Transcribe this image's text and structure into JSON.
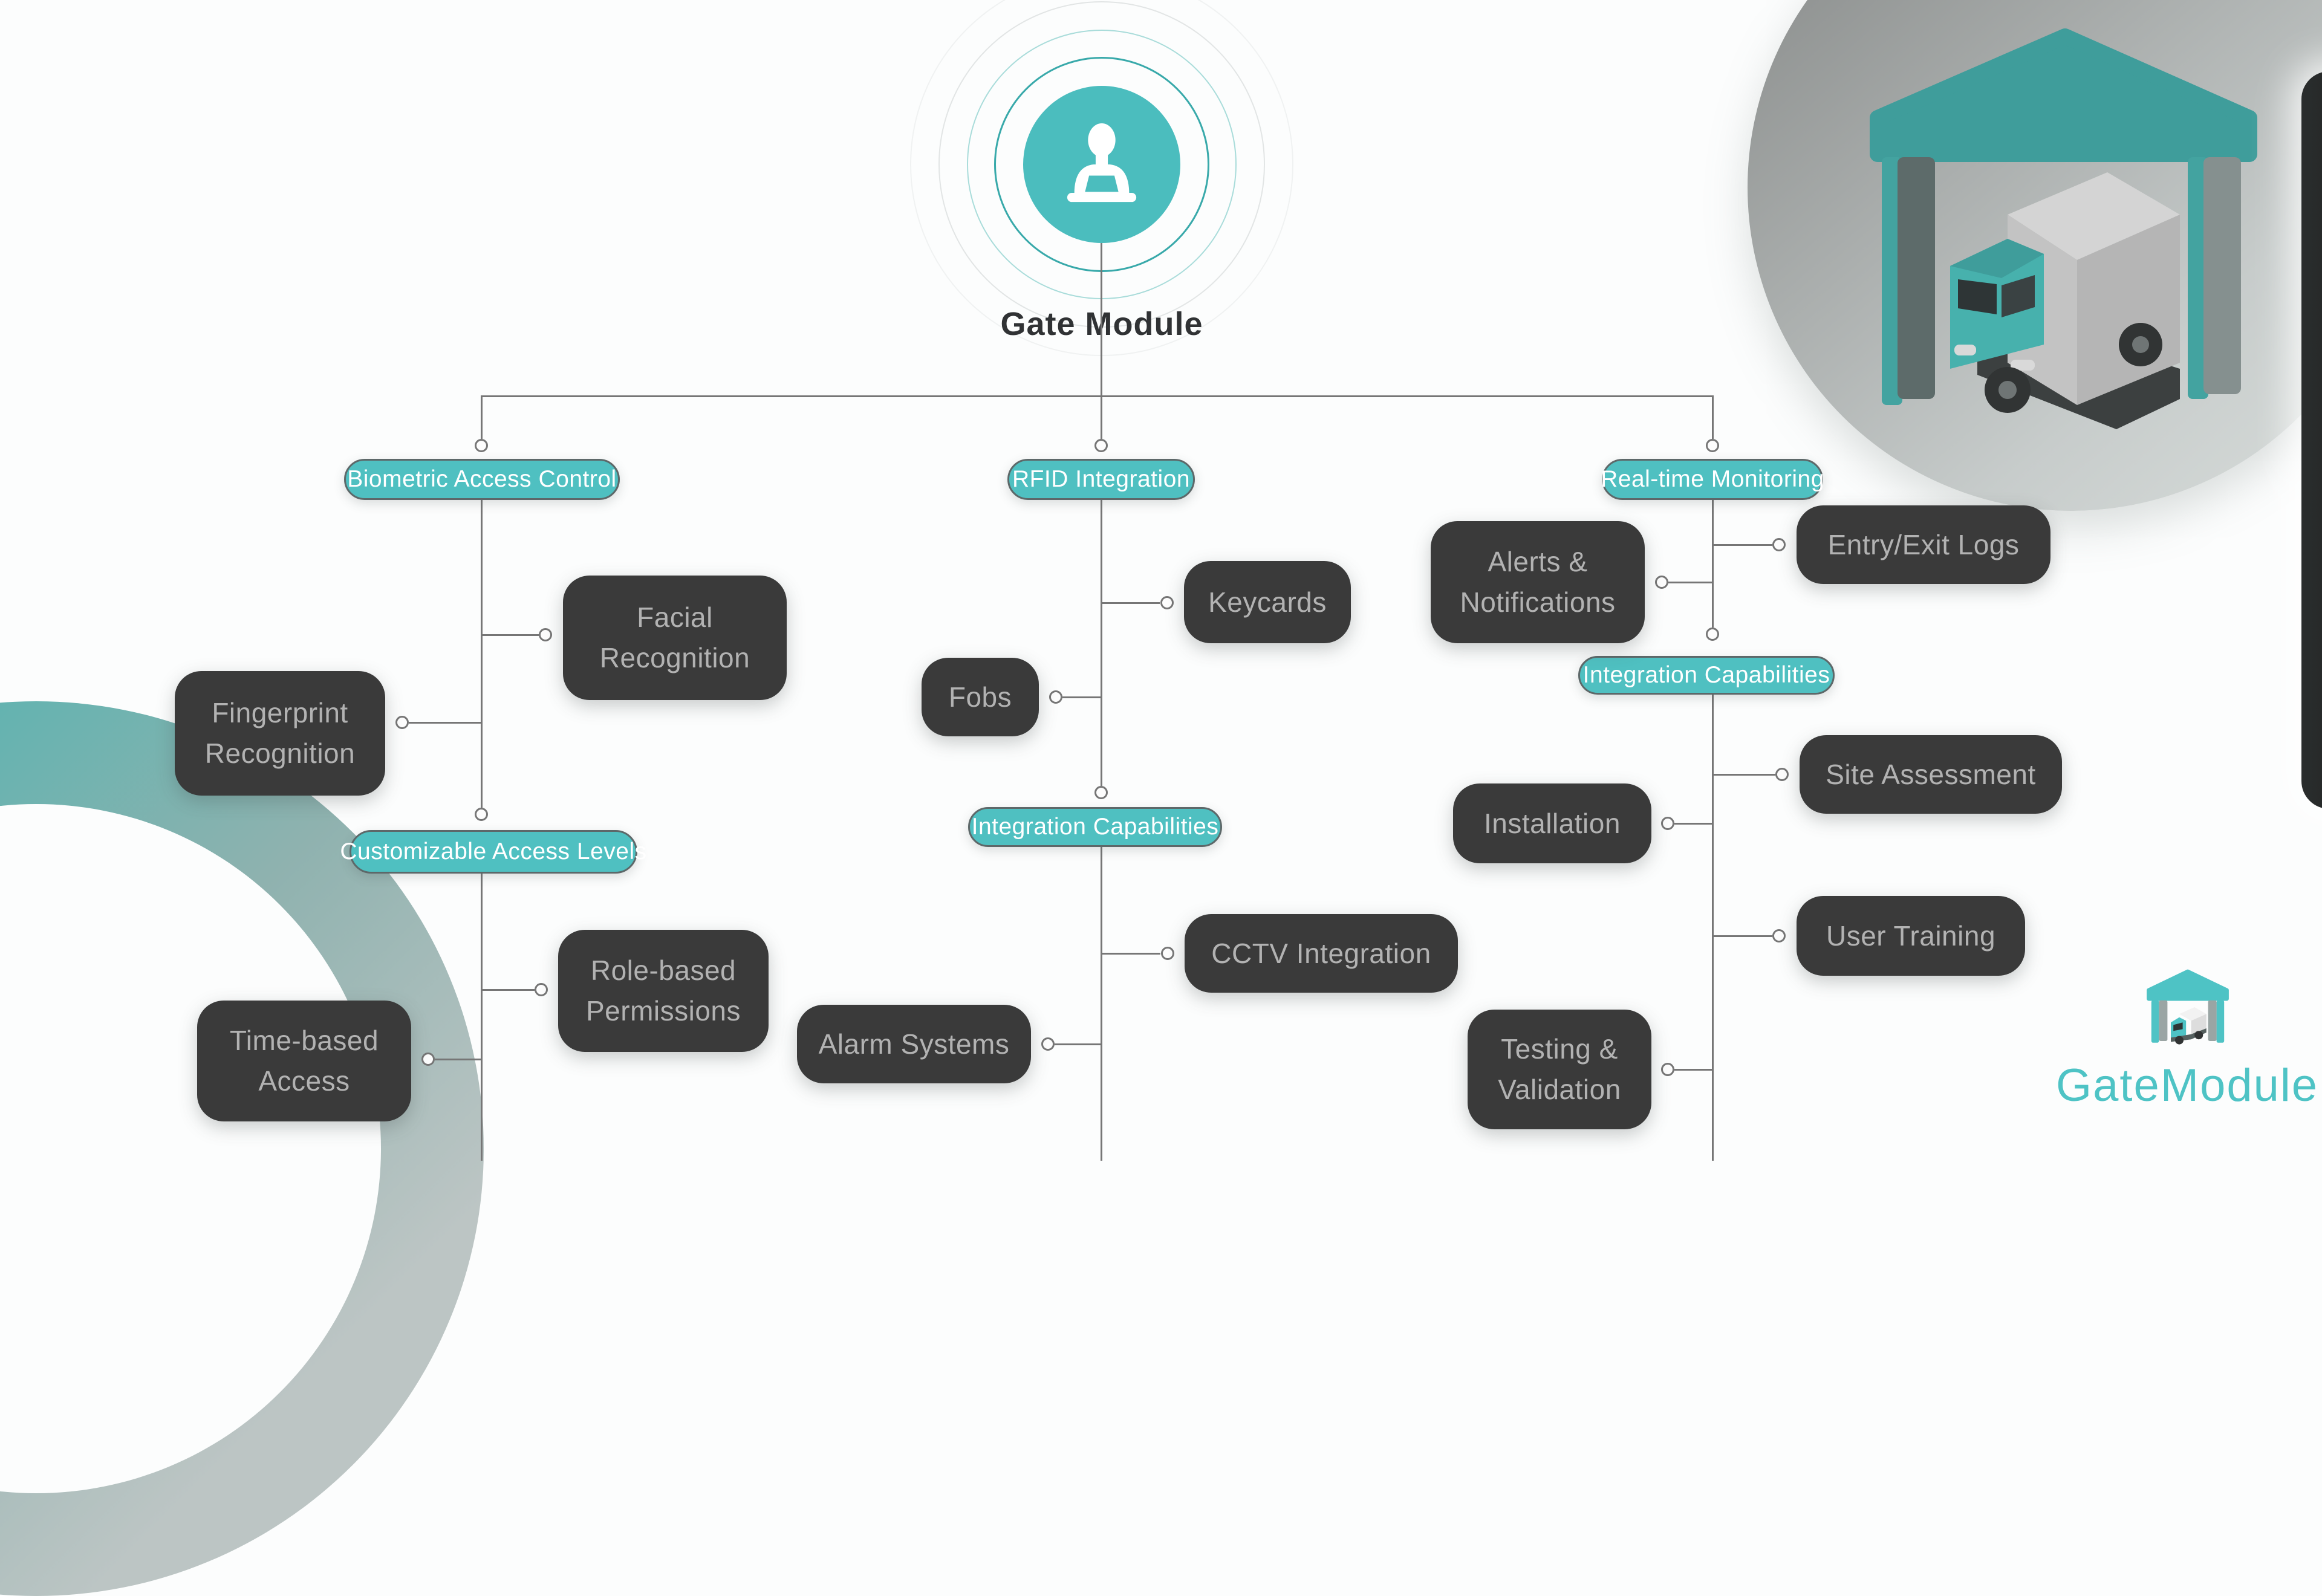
{
  "root": {
    "label": "Gate Module",
    "icon": "person-at-desk-icon"
  },
  "branches": [
    {
      "label": "Biometric Access Control",
      "children": [
        {
          "label": "Facial Recognition"
        },
        {
          "label": "Fingerprint Recognition"
        }
      ],
      "sub": {
        "label": "Customizable Access Levels",
        "children": [
          {
            "label": "Role-based Permissions"
          },
          {
            "label": "Time-based Access"
          }
        ]
      }
    },
    {
      "label": "RFID Integration",
      "children": [
        {
          "label": "Keycards"
        },
        {
          "label": "Fobs"
        }
      ],
      "sub": {
        "label": "Integration Capabilities",
        "children": [
          {
            "label": "CCTV Integration"
          },
          {
            "label": "Alarm Systems"
          }
        ]
      }
    },
    {
      "label": "Real-time Monitoring",
      "children": [
        {
          "label": "Entry/Exit Logs"
        },
        {
          "label": "Alerts & Notifications"
        }
      ],
      "sub": {
        "label": "Integration Capabilities",
        "children": [
          {
            "label": "Site Assessment"
          },
          {
            "label": "Installation"
          },
          {
            "label": "User Training"
          },
          {
            "label": "Testing & Validation"
          }
        ]
      }
    }
  ],
  "logo": {
    "text": "GateModule",
    "icon": "gate-truck-icon"
  },
  "illustration": "warehouse-gate-truck-illustration",
  "colors": {
    "accent_teal": "#4fc0c1",
    "dark_node": "#3a3a3a",
    "node_text": "#b2b2b2",
    "connector": "#767676",
    "logo_teal": "#4ec3c5",
    "canopy_teal": "#3f9d9b"
  }
}
